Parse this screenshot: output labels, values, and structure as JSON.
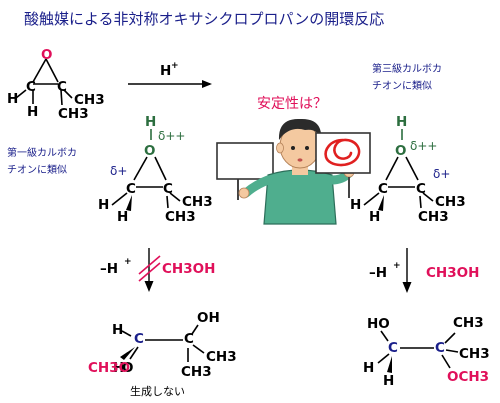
{
  "title": "酸触媒による非対称オキサシクロプロパンの開環反応",
  "colors": {
    "title": "#1a1f8a",
    "oxygen": "#e0105a",
    "carbon": "#1a1f8a",
    "green": "#2c6e3f",
    "pink": "#d4145a",
    "bond": "#000000"
  },
  "reagent": {
    "H": "H",
    "plus": "+"
  },
  "labels": {
    "tertiary": [
      "第三級カルボカ",
      "チオンに類似"
    ],
    "primary": [
      "第一級カルボカ",
      "チオンに類似"
    ],
    "stability": "安定性は？",
    "no_product": "生成しない"
  },
  "atoms": {
    "O": "O",
    "C": "C",
    "H": "H",
    "CH3": "CH3",
    "CH3O": "CH3O",
    "OH": "OH",
    "HO": "HO",
    "OCH3": "OCH3",
    "delta_pos": "δ+",
    "delta_pp": "δ++"
  },
  "steps": {
    "left": {
      "minus": "–H",
      "sup": "+",
      "reagent": "CH3OH"
    },
    "right": {
      "minus": "–H",
      "sup": "+",
      "reagent": "CH3OH"
    }
  },
  "icons": [
    "person-icon",
    "blank-sign-icon",
    "red-circle-sign-icon"
  ]
}
